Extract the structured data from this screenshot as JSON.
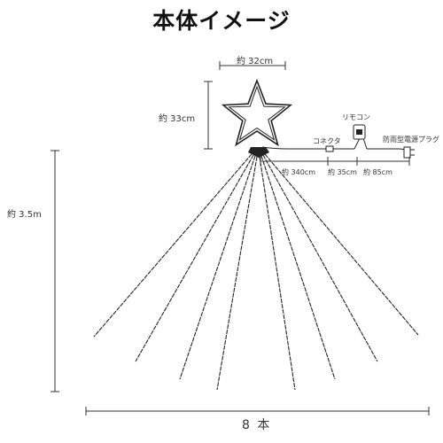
{
  "title": "本体イメージ",
  "dimensions": {
    "star_width": "約 32cm",
    "star_height": "約 33cm",
    "length": "約 3.5m",
    "cord_main": "約 340cm",
    "cord_mid": "約 35cm",
    "cord_plug": "約 85cm",
    "strand_count": "8 本"
  },
  "parts": {
    "remote": "リモコン",
    "connector": "コネクタ",
    "plug": "防雨型電源プラグ"
  },
  "colors": {
    "line": "#222222",
    "dim_line": "#333333",
    "star_fill": "#ffffff"
  }
}
